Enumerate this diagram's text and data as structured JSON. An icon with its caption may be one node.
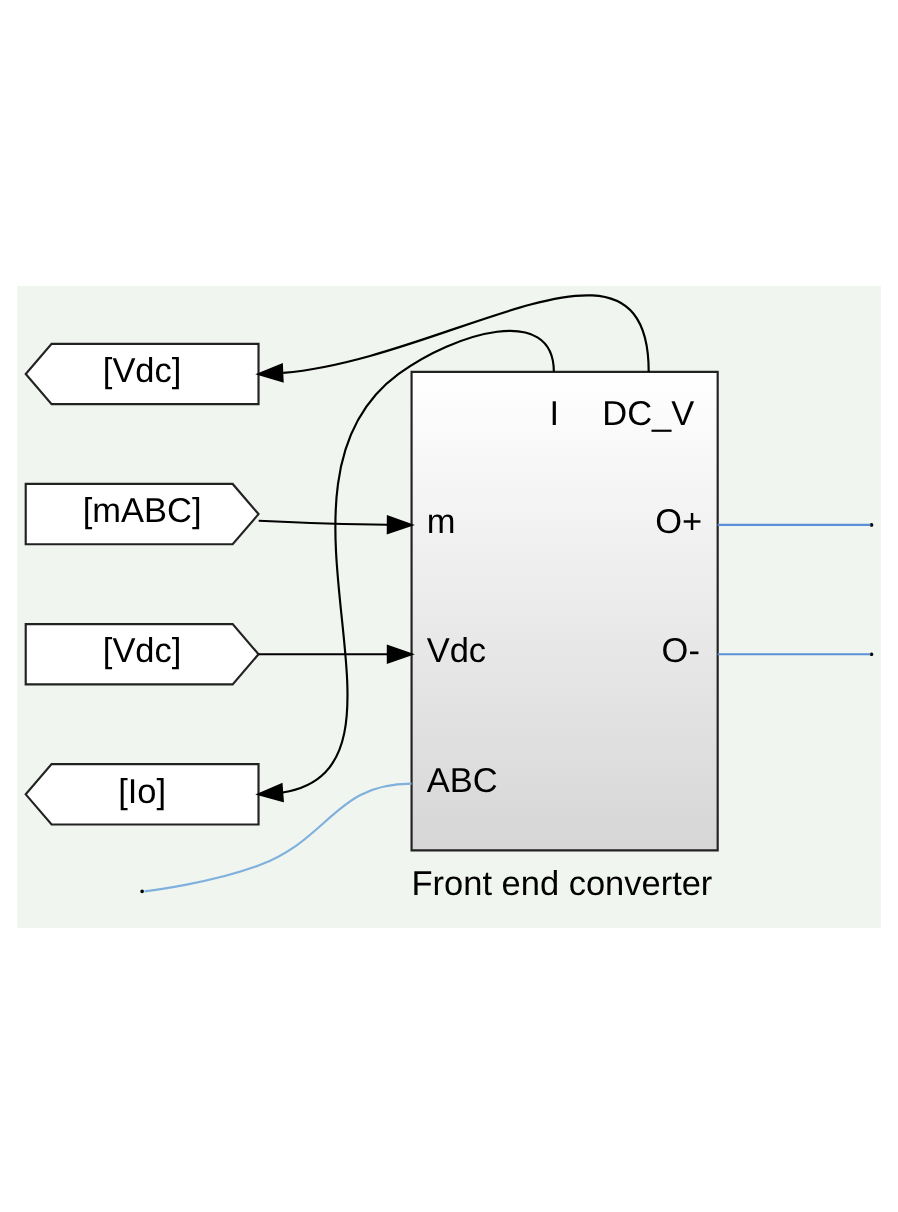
{
  "diagram": {
    "nodes": [
      {
        "text": [
          "[Vdc]"
        ]
      },
      {
        "text": [
          "[Io]"
        ]
      },
      {
        "text": [
          "[mABC]"
        ]
      },
      {
        "text": [
          "[Vdc]"
        ]
      },
      {
        "text": [
          "I",
          "DC_V",
          "m",
          "Vdc",
          "O+",
          "ABC",
          "O-"
        ],
        "beside": [
          "Front end converter"
        ]
      }
    ],
    "edges": [
      {
        "from": 4,
        "to": 0,
        "arrow": "to"
      },
      {
        "from": 4,
        "to": 1,
        "arrow": "to"
      },
      {
        "from": 2,
        "to": 4,
        "arrow": "to"
      },
      {
        "from": 3,
        "to": 4,
        "arrow": "to"
      },
      {
        "from": null,
        "to": 4,
        "arrow": "none",
        "color": "#7fb0de"
      },
      {
        "from": 4,
        "to": null,
        "arrow": "none",
        "color": "#5b8fd6"
      },
      {
        "from": 4,
        "to": null,
        "arrow": "none",
        "color": "#5b8fd6"
      }
    ]
  }
}
